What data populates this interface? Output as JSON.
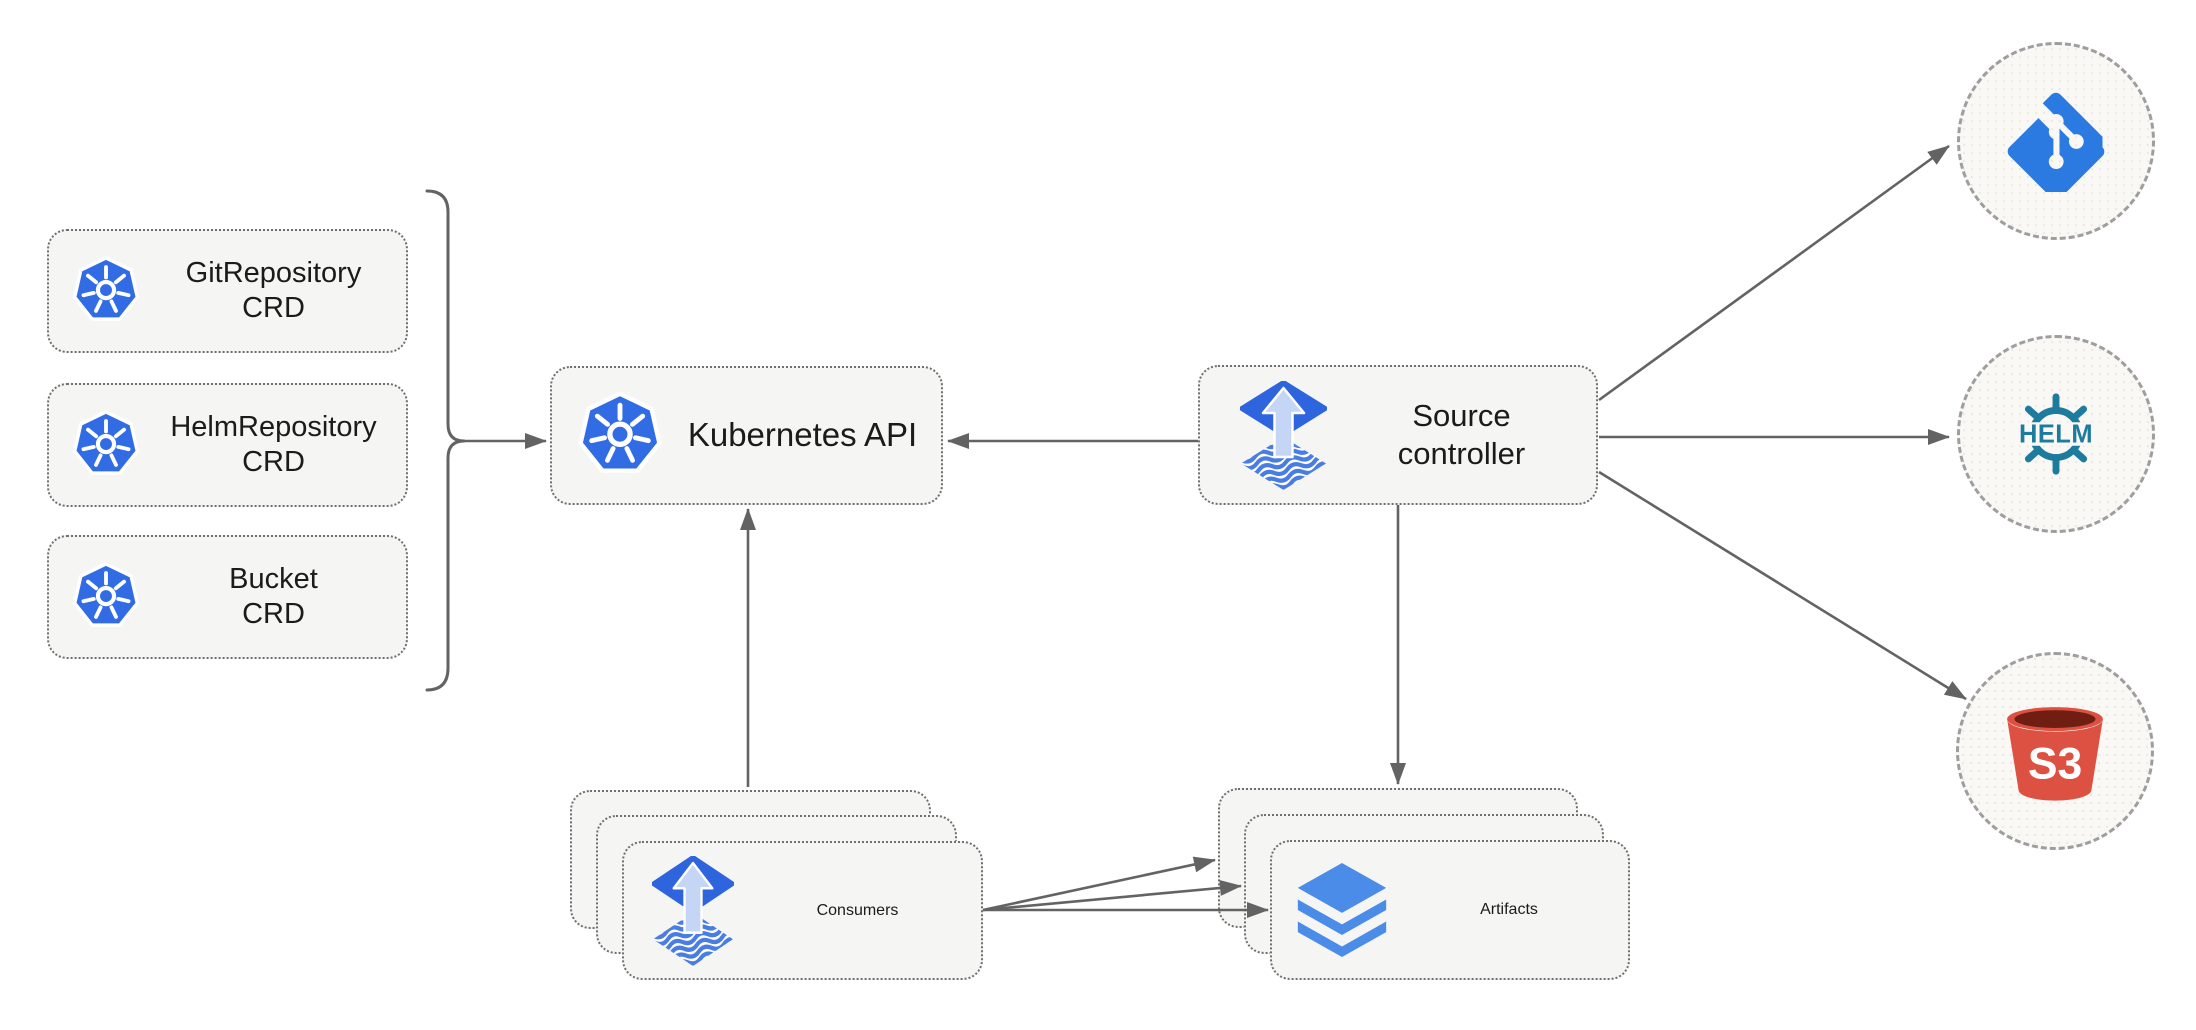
{
  "diagram": {
    "subject": "source-controller architecture diagram",
    "nodes": {
      "crds": [
        {
          "line1": "GitRepository",
          "line2": "CRD",
          "icon": "kubernetes"
        },
        {
          "line1": "HelmRepository",
          "line2": "CRD",
          "icon": "kubernetes"
        },
        {
          "line1": "Bucket",
          "line2": "CRD",
          "icon": "kubernetes"
        }
      ],
      "kubernetes_api": {
        "label": "Kubernetes API",
        "icon": "kubernetes"
      },
      "source_controller": {
        "line1": "Source",
        "line2": "controller",
        "icon": "flux"
      },
      "consumers": {
        "label": "Consumers",
        "icon": "flux",
        "stacked": 3
      },
      "artifacts": {
        "label": "Artifacts",
        "icon": "layers",
        "stacked": 3
      },
      "externals": [
        {
          "name": "git",
          "icon": "git"
        },
        {
          "name": "helm",
          "icon": "helm",
          "logo_text": "HELM"
        },
        {
          "name": "s3",
          "icon": "s3",
          "logo_text": "S3"
        }
      ]
    },
    "edges": [
      {
        "from": "crds-group",
        "to": "kubernetes-api",
        "style": "arrow"
      },
      {
        "from": "source-controller",
        "to": "kubernetes-api",
        "style": "arrow"
      },
      {
        "from": "consumers",
        "to": "kubernetes-api",
        "style": "arrow"
      },
      {
        "from": "source-controller",
        "to": "artifacts",
        "style": "arrow"
      },
      {
        "from": "source-controller",
        "to": "git",
        "style": "arrow"
      },
      {
        "from": "source-controller",
        "to": "helm",
        "style": "arrow"
      },
      {
        "from": "source-controller",
        "to": "s3",
        "style": "arrow"
      },
      {
        "from": "consumers",
        "to": "artifacts",
        "style": "arrow"
      },
      {
        "from": "consumers",
        "to": "artifacts",
        "style": "arrow"
      },
      {
        "from": "consumers",
        "to": "artifacts",
        "style": "arrow"
      }
    ],
    "colors": {
      "background": "#ffffff",
      "node_fill": "#f5f5f4",
      "node_border": "#6f6f6f",
      "circle_fill": "#f9f8f5",
      "circle_border": "#9e9e9e",
      "connector": "#636363",
      "label_text": "#1b1b1b",
      "kubernetes_blue": "#326ce5",
      "flux_blue": "#2e64de",
      "flux_stripe_blue": "#4a7de4",
      "flux_arrow_light": "#c5d5f6",
      "layers_blue": "#4a8ce8",
      "git_blue": "#2a7ae2",
      "helm_teal": "#1d7b9e",
      "s3_red": "#dd5142",
      "s3_dark_red": "#701e11"
    }
  }
}
